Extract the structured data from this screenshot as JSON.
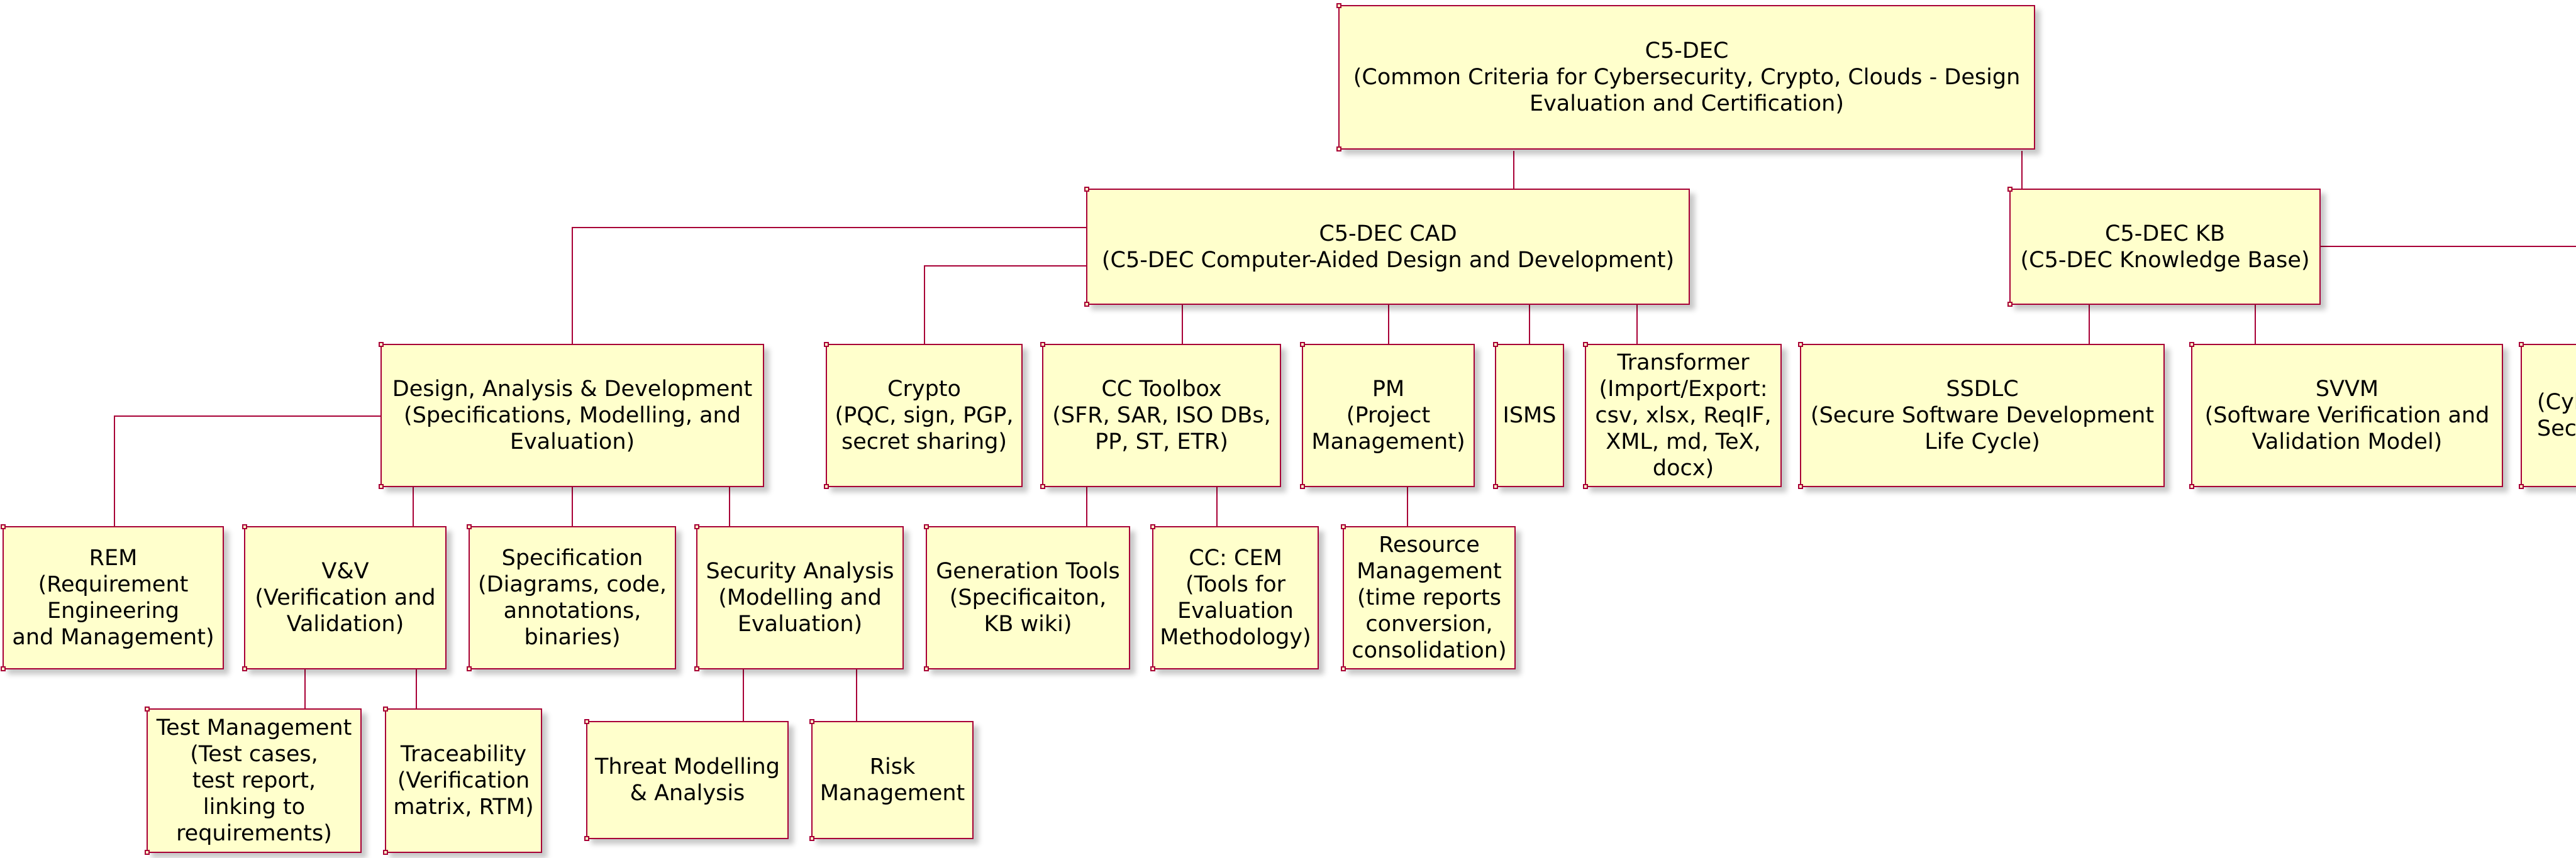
{
  "colors": {
    "background": "#ffffff",
    "node_fill": "#ffffcc",
    "node_border": "#a80036",
    "link": "#a80036"
  },
  "nodes": {
    "root": "C5-DEC\n(Common Criteria for Cybersecurity, Crypto, Clouds - Design\nEvaluation and Certification)",
    "cad": "C5-DEC CAD\n(C5-DEC Computer-Aided Design and Development)",
    "kb": "C5-DEC KB\n(C5-DEC Knowledge Base)",
    "dad": "Design, Analysis & Development\n(Specifications, Modelling, and\nEvaluation)",
    "crypto": "Crypto\n(PQC, sign, PGP,\nsecret sharing)",
    "cc_toolbox": "CC Toolbox\n(SFR, SAR, ISO DBs,\nPP, ST, ETR)",
    "pm": "PM\n(Project\nManagement)",
    "isms": "ISMS",
    "transformer": "Transformer\n(Import/Export:\ncsv, xlsx, ReqIF,\nXML, md, TeX,\ndocx)",
    "ssdlc": "SSDLC\n(Secure Software Development\nLife Cycle)",
    "svvm": "SVVM\n(Software Verification and\nValidation Model)",
    "partial": "(Cyb\nSec",
    "rem": "REM\n(Requirement\nEngineering\nand Management)",
    "vv": "V&V\n(Verification and\nValidation)",
    "specification": "Specification\n(Diagrams, code,\nannotations,\nbinaries)",
    "security_analysis": "Security Analysis\n(Modelling and\nEvaluation)",
    "generation_tools": "Generation Tools\n(Specificaiton,\nKB wiki)",
    "cc_cem": "CC: CEM\n(Tools for\nEvaluation\nMethodology)",
    "resource_mgmt": "Resource\nManagement\n(time reports\nconversion,\nconsolidation)",
    "test_mgmt": "Test Management\n(Test cases,\ntest report,\nlinking to\nrequirements)",
    "traceability": "Traceability\n(Verification\nmatrix, RTM)",
    "threat_modelling": "Threat Modelling\n& Analysis",
    "risk_mgmt": "Risk\nManagement"
  }
}
